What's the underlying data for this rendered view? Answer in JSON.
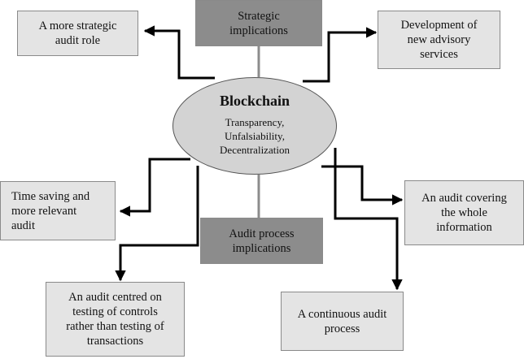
{
  "hub": {
    "title": "Blockchain",
    "subtitle": [
      "Transparency,",
      "Unfalsiability,",
      "Decentralization"
    ]
  },
  "categories": {
    "strategic": [
      "Strategic",
      "implications"
    ],
    "audit_process": [
      "Audit process",
      "implications"
    ]
  },
  "outcomes": {
    "strategic_role": [
      "A more strategic",
      "audit role"
    ],
    "advisory_services": [
      "Development of",
      "new advisory",
      "services"
    ],
    "time_saving": [
      "Time saving and",
      "more relevant",
      "audit"
    ],
    "whole_information": [
      "An audit covering",
      "the whole",
      "information"
    ],
    "controls_testing": [
      "An audit centred on",
      "testing of controls",
      "rather than testing of",
      "transactions"
    ],
    "continuous_audit": [
      "A continuous audit",
      "process"
    ]
  },
  "colors": {
    "category_fill": "#8c8c8c",
    "outcome_fill": "#e4e4e4",
    "hub_fill": "#d3d3d3",
    "category_link": "#8c8c8c",
    "arrow": "#000000"
  }
}
